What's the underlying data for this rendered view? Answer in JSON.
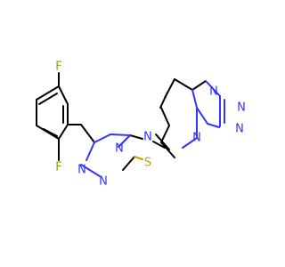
{
  "colors": {
    "background": "#ffffff",
    "carbon_bond": "#000000",
    "nitrogen": "#3333ff",
    "sulfur": "#c8a000",
    "fluorine": "#80a800"
  },
  "atoms": {
    "F_top": "F",
    "F_bottom": "F",
    "S": "S",
    "N_thiadiazole": "N",
    "N_bridge": "N",
    "N_triazole_1": "N",
    "N_triazole_2": "N",
    "N_tetrazole_1": "N",
    "N_tetrazole_2": "N",
    "N_tetrazole_3": "N",
    "N_pyridine": "N"
  }
}
